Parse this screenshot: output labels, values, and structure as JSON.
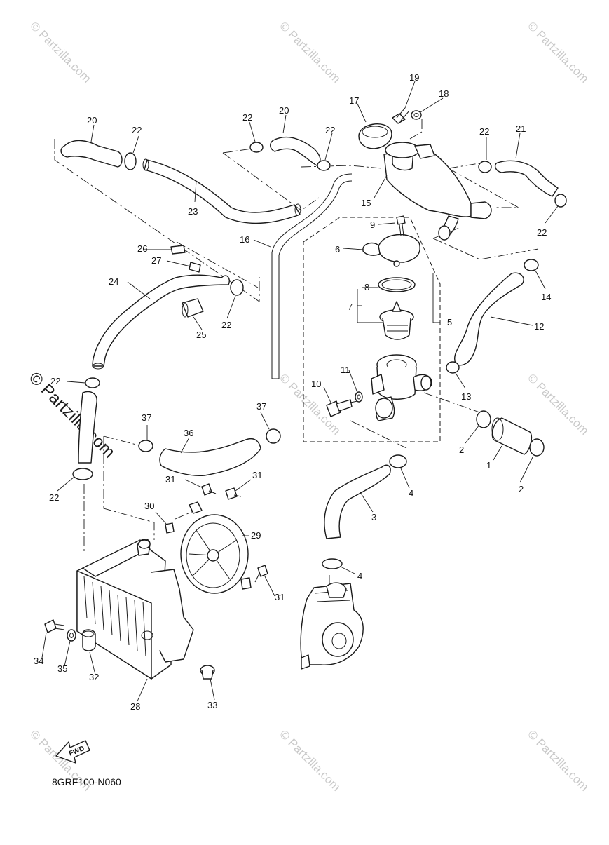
{
  "diagram": {
    "code": "8GRF100-N060",
    "fwd_label": "FWD",
    "watermark": "© Partzilla.com",
    "callouts": [
      {
        "id": "c1",
        "label": "1"
      },
      {
        "id": "c2a",
        "label": "2"
      },
      {
        "id": "c2b",
        "label": "2"
      },
      {
        "id": "c3",
        "label": "3"
      },
      {
        "id": "c4a",
        "label": "4"
      },
      {
        "id": "c4b",
        "label": "4"
      },
      {
        "id": "c5",
        "label": "5"
      },
      {
        "id": "c6",
        "label": "6"
      },
      {
        "id": "c7",
        "label": "7"
      },
      {
        "id": "c8",
        "label": "8"
      },
      {
        "id": "c9",
        "label": "9"
      },
      {
        "id": "c10",
        "label": "10"
      },
      {
        "id": "c11",
        "label": "11"
      },
      {
        "id": "c12",
        "label": "12"
      },
      {
        "id": "c13",
        "label": "13"
      },
      {
        "id": "c14",
        "label": "14"
      },
      {
        "id": "c15",
        "label": "15"
      },
      {
        "id": "c16",
        "label": "16"
      },
      {
        "id": "c17",
        "label": "17"
      },
      {
        "id": "c18",
        "label": "18"
      },
      {
        "id": "c19",
        "label": "19"
      },
      {
        "id": "c20a",
        "label": "20"
      },
      {
        "id": "c20b",
        "label": "20"
      },
      {
        "id": "c21",
        "label": "21"
      },
      {
        "id": "c22a",
        "label": "22"
      },
      {
        "id": "c22b",
        "label": "22"
      },
      {
        "id": "c22c",
        "label": "22"
      },
      {
        "id": "c22d",
        "label": "22"
      },
      {
        "id": "c22e",
        "label": "22"
      },
      {
        "id": "c22f",
        "label": "22"
      },
      {
        "id": "c22g",
        "label": "22"
      },
      {
        "id": "c22h",
        "label": "22"
      },
      {
        "id": "c23",
        "label": "23"
      },
      {
        "id": "c24",
        "label": "24"
      },
      {
        "id": "c25",
        "label": "25"
      },
      {
        "id": "c26",
        "label": "26"
      },
      {
        "id": "c27",
        "label": "27"
      },
      {
        "id": "c28",
        "label": "28"
      },
      {
        "id": "c29",
        "label": "29"
      },
      {
        "id": "c30",
        "label": "30"
      },
      {
        "id": "c31a",
        "label": "31"
      },
      {
        "id": "c31b",
        "label": "31"
      },
      {
        "id": "c31c",
        "label": "31"
      },
      {
        "id": "c32",
        "label": "32"
      },
      {
        "id": "c33",
        "label": "33"
      },
      {
        "id": "c34",
        "label": "34"
      },
      {
        "id": "c35",
        "label": "35"
      },
      {
        "id": "c36",
        "label": "36"
      },
      {
        "id": "c37a",
        "label": "37"
      },
      {
        "id": "c37b",
        "label": "37"
      }
    ]
  }
}
